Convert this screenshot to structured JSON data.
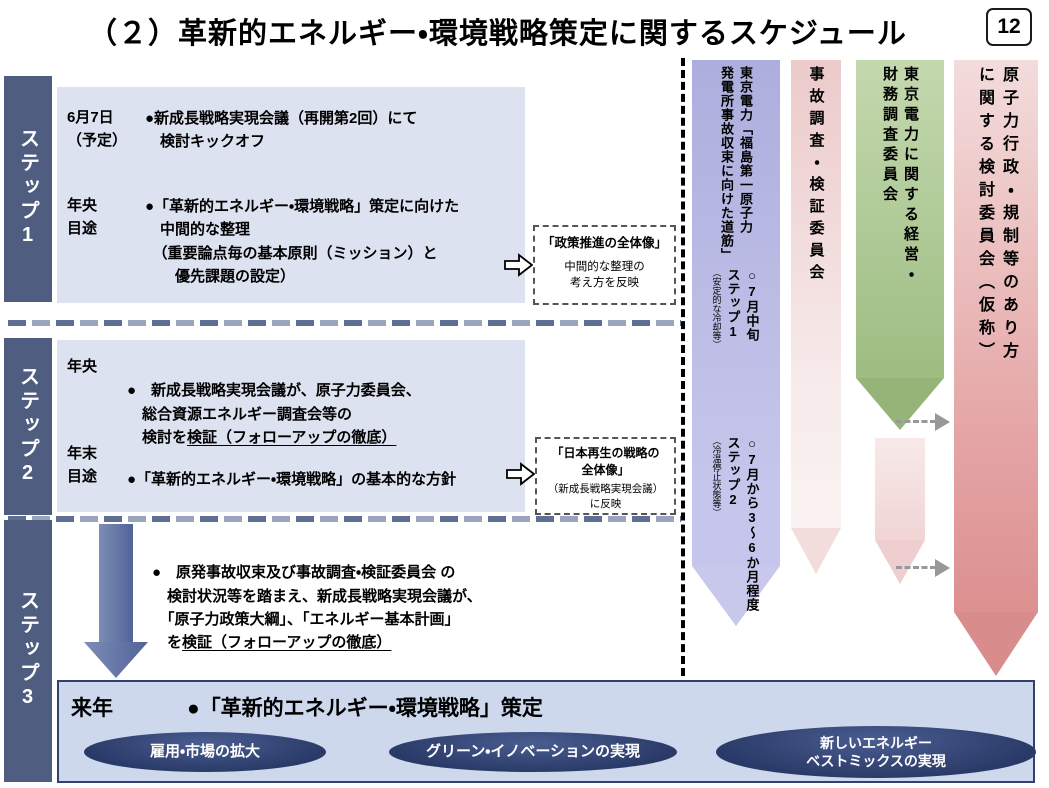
{
  "header": {
    "title": "（２）革新的エネルギー・環境戦略策定に関するスケジュール",
    "page_number": "12"
  },
  "step1": {
    "label": "ステップ1",
    "row1": {
      "time": "6月7日\n（予定）",
      "text": "●新成長戦略実現会議（再開第2回）にて\n　検討キックオフ"
    },
    "row2": {
      "time": "年央\n目途",
      "text": "●「革新的エネルギー・環境戦略」策定に向けた\n　中間的な整理\n　（重要論点毎の基本原則（ミッション）と\n　　優先課題の設定）"
    },
    "callout": {
      "title": "「政策推進の全体像」",
      "body": "中間的な整理の\n考え方を反映"
    }
  },
  "step2": {
    "label": "ステップ2",
    "row1": {
      "time": "年央",
      "text": "●　新成長戦略実現会議が、原子力委員会、\n　総合資源エネルギー調査会等の\n　検討を",
      "underline": "検証（フォローアップの徹底）"
    },
    "row2": {
      "time": "年末\n目途",
      "text": "●「革新的エネルギー・環境戦略」の基本的な方針"
    },
    "callout": {
      "title": "「日本再生の戦略の\n全体像」",
      "body": "（新成長戦略実現会議）\nに反映"
    }
  },
  "step3": {
    "label": "ステップ3",
    "text": "●　原発事故収束及び事故調査・検証委員会 の\n　検討状況等を踏まえ、新成長戦略実現会議が、\n　「原子力政策大綱」、「エネルギー基本計画」\n　を",
    "underline": "検証（フォローアップの徹底）"
  },
  "next_year": {
    "time": "来年",
    "heading": "●「革新的エネルギー・環境戦略」策定",
    "goals": [
      "雇用・市場の拡大",
      "グリーン・イノベーションの実現",
      "新しいエネルギー\nベストミックスの実現"
    ]
  },
  "timeline": {
    "tepco_roadmap": {
      "title": "東京電力「福島第一原子力\n発電所事故収束に向けた道筋」",
      "milestone1": {
        "main": "○7月中旬\nステップ1",
        "sub": "（安定的な冷却等）"
      },
      "milestone2": {
        "main": "○7月から3～6か月程度\nステップ2",
        "sub": "（冷温停止状態等）"
      }
    },
    "accident_committee": "事故調査・検証委員会",
    "finance_committee": "東京電力に関する経営・\n財務調査委員会",
    "regulation_committee": "原子力行政・規制等のあり方\nに関する検討委員会（仮称）"
  },
  "icons": {
    "reflect_arrow": "white-right-arrow",
    "dashed_connector": "gray-dashed-right-arrow"
  },
  "colors": {
    "step_label_bg": "#4f5e80",
    "panel_bg": "#dde2f1",
    "bottom_panel_bg": "#cdd8ed",
    "goal_ellipse": "#2e3f6f",
    "step3_arrow": "#51639a",
    "roadmap_arrow": "#b5b5e2",
    "accident_arrow": "#eecaca",
    "finance_arrow": "#a9c78f",
    "regulation_arrow": "#dd9090"
  }
}
